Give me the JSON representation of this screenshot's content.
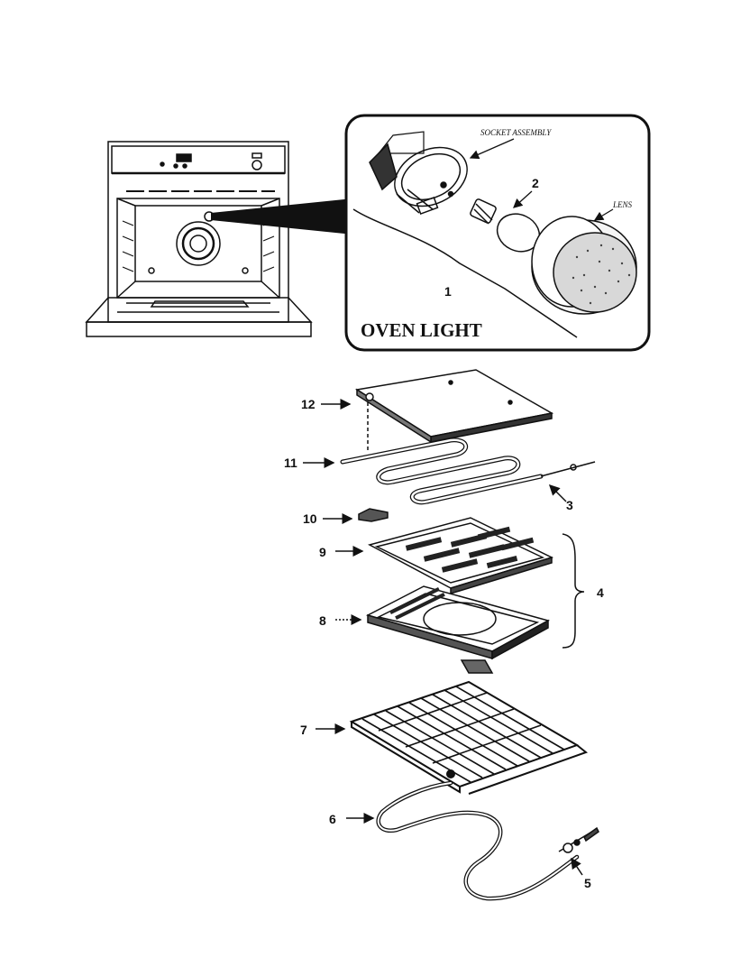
{
  "inset": {
    "title": "OVEN LIGHT",
    "socket_label": "SOCKET ASSEMBLY",
    "lens_label": "LENS",
    "assembly_num": "1",
    "bulb_num": "2"
  },
  "callouts": {
    "c12": "12",
    "c11": "11",
    "c10": "10",
    "c9": "9",
    "c8": "8",
    "c7": "7",
    "c6": "6",
    "c5": "5",
    "c4": "4",
    "c3": "3"
  }
}
